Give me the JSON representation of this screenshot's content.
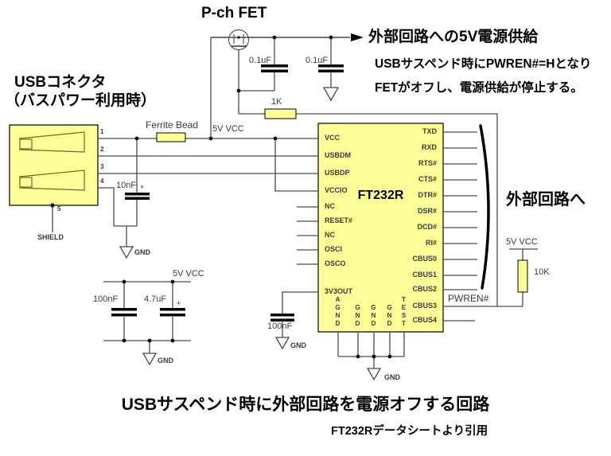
{
  "titles": {
    "main": "USBサスペンド時に外部回路を電源オフする回路",
    "source": "FT232Rデータシートより引用"
  },
  "annotations": {
    "fet_title": "P-ch FET",
    "supply_heading": "外部回路への5V電源供給",
    "suspend_note_1": "USBサスペンド時にPWREN#=Hとなり",
    "suspend_note_2": "FETがオフし、電源供給が停止する。",
    "usb_title": "USBコネクタ",
    "usb_subtitle": "（バスパワー利用時）",
    "external_circuit": "外部回路へ"
  },
  "labels": {
    "ferrite_bead": "Ferrite Bead",
    "vcc_5v": "5V VCC",
    "cap_01uf": "0.1uF",
    "res_1k": "1K",
    "res_10k": "10K",
    "cap_10nf": "10nF",
    "cap_100nf": "100nF",
    "cap_4u7": "4.7uF",
    "plus": "+",
    "pwren": "PWREN#",
    "shield": "SHIELD",
    "gnd": "GND"
  },
  "chip": {
    "name": "FT232R",
    "left_pins": [
      "VCC",
      "USBDM",
      "USBDP",
      "VCCIO",
      "NC",
      "RESET#",
      "NC",
      "OSCI",
      "OSCO",
      "3V3OUT"
    ],
    "right_pins": [
      "TXD",
      "RXD",
      "RTS#",
      "CTS#",
      "DTR#",
      "DSR#",
      "DCD#",
      "RI#",
      "CBUS0",
      "CBUS1",
      "CBUS2",
      "CBUS3",
      "CBUS4"
    ],
    "bottom_pins": [
      "AGND",
      "GND",
      "GND",
      "GND",
      "TEST"
    ]
  },
  "usb_pins": [
    "1",
    "2",
    "3",
    "4",
    "5"
  ],
  "colors": {
    "component_fill": "#ffff99",
    "wire": "#4a4a4a",
    "background": "#ffffff",
    "text": "#000000"
  }
}
